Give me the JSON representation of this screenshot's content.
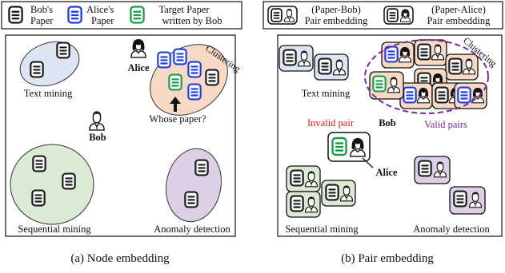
{
  "left_panel": {
    "legend": {
      "bob_paper": [
        "Bob's",
        "Paper"
      ],
      "alice_paper": [
        "Alice's",
        "Paper"
      ],
      "target_paper": [
        "Target Paper",
        "written by Bob"
      ]
    },
    "clusters": {
      "text_mining": "Text mining",
      "clustering": "Clustering",
      "sequential_mining": "Sequential mining",
      "anomaly_detection": "Anomaly detection"
    },
    "people": {
      "alice": "Alice",
      "bob": "Bob"
    },
    "question": "Whose paper?",
    "caption": "(a) Node embedding"
  },
  "right_panel": {
    "legend": {
      "paper_bob": [
        "(Paper-Bob)",
        "Pair embedding"
      ],
      "paper_alice": [
        "(Paper-Alice)",
        "Pair embedding"
      ]
    },
    "clusters": {
      "text_mining": "Text mining",
      "clustering": "Clustering",
      "sequential_mining": "Sequential mining",
      "anomaly_detection": "Anomaly detection"
    },
    "people": {
      "alice": "Alice",
      "bob": "Bob"
    },
    "invalid_pair": "Invalid pair",
    "valid_pairs": "Valid pairs",
    "caption": "(b) Pair embedding"
  },
  "colors": {
    "bob": "#1a1a1a",
    "alice": "#1f3fd6",
    "target": "#1e9a4a",
    "text_mining_fill": "#dbe6f2",
    "clustering_fill": "#f7d9c6",
    "sequential_fill": "#dbead2",
    "anomaly_fill": "#ddd0e6",
    "invalid": "#e0201e",
    "valid": "#7a2a9a"
  }
}
